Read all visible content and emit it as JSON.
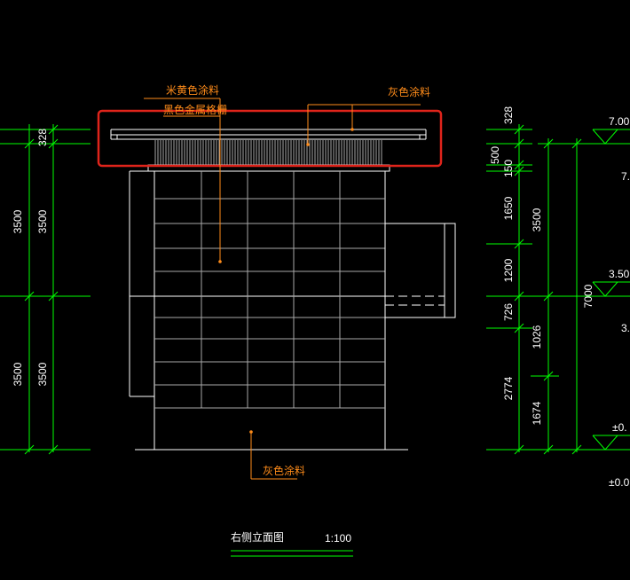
{
  "colors": {
    "background": "#000000",
    "linework": "#ffffff",
    "dimension": "#00ff00",
    "grid": "#a8a8a8",
    "annotation": "#ff8c1a",
    "leader": "#ff8c1a",
    "highlight": "#e0241b"
  },
  "annotations": {
    "top_left_1": "米黄色涂料",
    "top_left_2": "黑色金属格栅",
    "top_right": "灰色涂料",
    "bottom": "灰色涂料"
  },
  "title": {
    "name": "右侧立面图",
    "scale": "1:100"
  },
  "left_dims": {
    "outer": [
      "328",
      "3500",
      "3500"
    ],
    "inner": [
      "3500",
      "3500"
    ]
  },
  "right_dims": {
    "col1": [
      "328",
      "500",
      "150",
      "1650",
      "1200",
      "726",
      "2774"
    ],
    "col2": [
      "3500",
      "1026",
      "1674"
    ],
    "total": "7000"
  },
  "elevations": [
    "7.00",
    "7.",
    "3.50",
    "3.",
    "±0.",
    "±0.0"
  ]
}
